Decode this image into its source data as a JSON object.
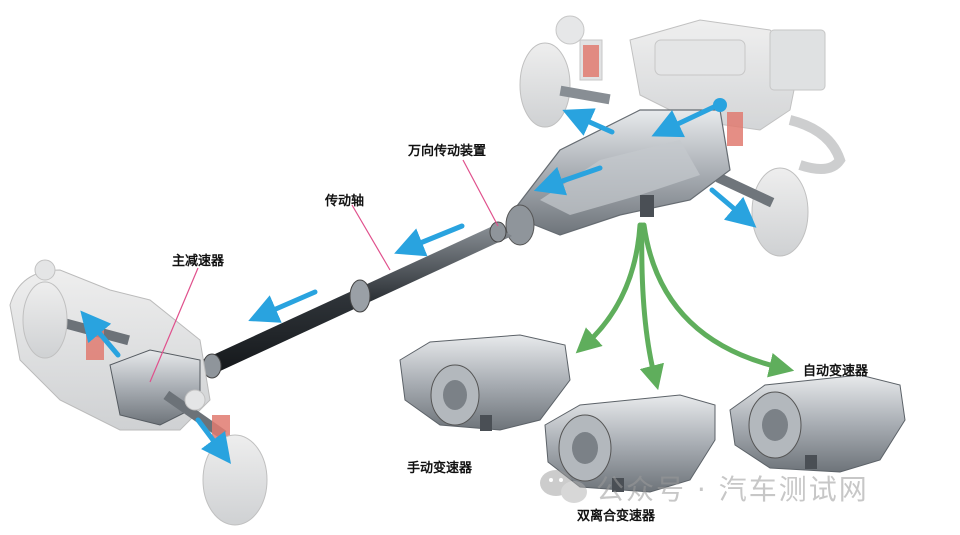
{
  "labels": {
    "universal_joint": "万向传动装置",
    "drive_shaft": "传动轴",
    "final_drive": "主减速器",
    "auto_transmission": "自动变速器",
    "manual_transmission": "手动变速器",
    "dual_clutch_transmission": "双离合变速器"
  },
  "watermark": {
    "text": "公众号 · 汽车测试网"
  },
  "colors": {
    "flow_arrow": "#29a3df",
    "branch_arrow": "#5fae5c",
    "leader_line": "#e0508c",
    "part_metal": "#b9bec4",
    "part_dark": "#4a4f55"
  },
  "icons": {
    "watermark_icon": "wechat-icon"
  }
}
